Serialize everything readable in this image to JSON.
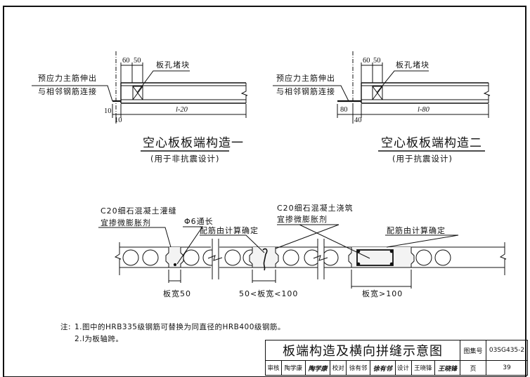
{
  "detail_1": {
    "rebar_label_line1": "预应力主筋伸出",
    "rebar_label_line2": "与相邻钢筋连接",
    "dim_60": "60",
    "dim_50": "50",
    "plug_label": "板孔堵块",
    "dim_left": "10",
    "dim_gap": "10",
    "dim_length": "l-20",
    "title": "空心板板端构造一",
    "subtitle": "(用于非抗震设计)"
  },
  "detail_2": {
    "rebar_label_line1": "预应力主筋伸出",
    "rebar_label_line2": "与相邻钢筋连接",
    "dim_60": "60",
    "dim_50": "50",
    "plug_label": "板孔堵块",
    "dim_left": "80",
    "dim_gap": "40",
    "dim_length": "l-80",
    "title": "空心板板端构造二",
    "subtitle": "(用于抗震设计)"
  },
  "section": {
    "joint1_label_line1": "C20细石混凝土灌缝",
    "joint1_label_line2": "宜掺微膨胀剂",
    "bar_label": "Φ6通长",
    "rebar_note_1": "配筋由计算确定",
    "joint2_label_line1": "C20细石混凝土浇筑",
    "joint2_label_line2": "宜掺微膨胀剂",
    "rebar_note_2": "配筋由计算确定",
    "width_1": "板宽50",
    "width_2": "50<板宽<100",
    "width_3": "板宽>100"
  },
  "notes": {
    "prefix": "注:",
    "items": [
      "1.图中的HRB335级钢筋可替换为同直径的HRB400级钢筋。",
      "2.l为板轴跨。"
    ]
  },
  "title_block": {
    "drawing_title": "板端构造及横向拼缝示意图",
    "atlas_label": "图集号",
    "atlas_no": "03SG435-2",
    "review_label": "审核",
    "reviewer": "陶学康",
    "reviewer_sig": "陶学康",
    "check_label": "校对",
    "checker": "徐有邻",
    "checker_sig": "徐有邻",
    "design_label": "设计",
    "designer": "王晓锋",
    "designer_sig": "王晓锋",
    "page_label": "页",
    "page_no": "39"
  }
}
